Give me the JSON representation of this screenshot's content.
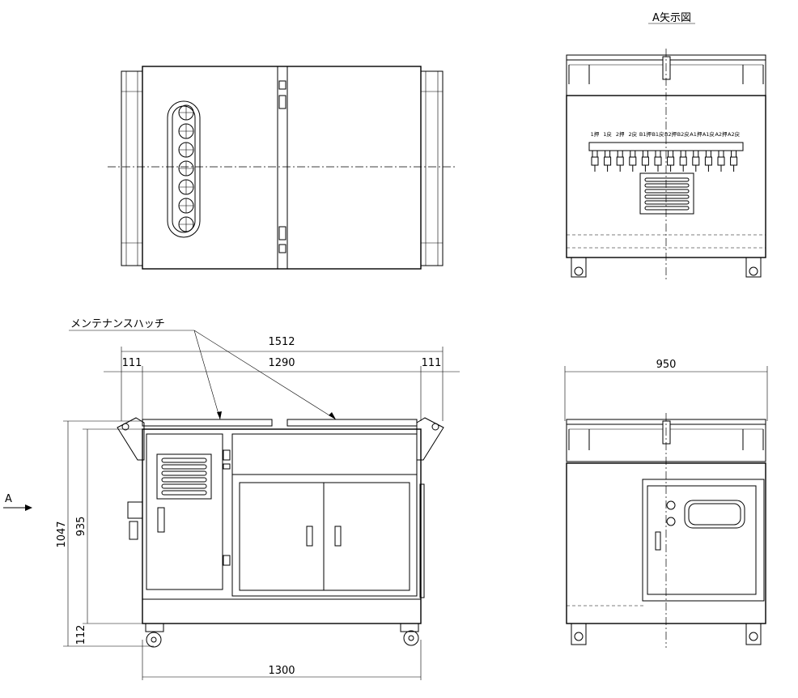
{
  "labels": {
    "view_a_title": "A矢示図",
    "hatch_callout": "メンテナンスハッチ",
    "arrow_a": "A"
  },
  "dimensions": {
    "overall_width": "1512",
    "inner_width": "1290",
    "left_overhang": "111",
    "right_overhang": "111",
    "height_total": "1047",
    "height_body": "935",
    "height_base": "112",
    "caster_span": "1300",
    "side_depth": "950"
  },
  "port_labels": [
    "1押",
    "1戻",
    "2押",
    "2戻",
    "B1押",
    "B1戻",
    "B2押",
    "B2戻",
    "A1押",
    "A1戻",
    "A2押",
    "A2戻"
  ]
}
